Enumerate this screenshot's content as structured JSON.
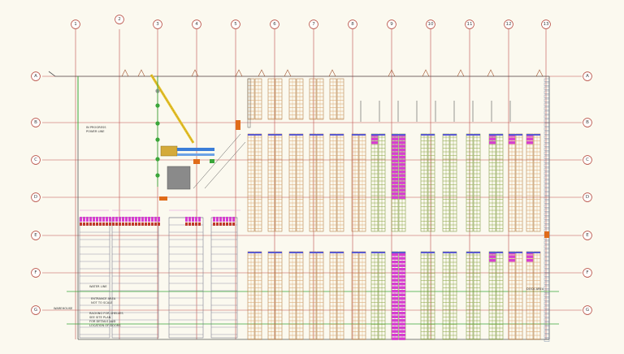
{
  "grid": {
    "columns": [
      "1",
      "2",
      "3",
      "4",
      "5",
      "6",
      "7",
      "8",
      "9",
      "10",
      "11",
      "12",
      "13"
    ],
    "rows": [
      "A",
      "B",
      "C",
      "D",
      "E",
      "F",
      "G"
    ]
  },
  "notes": {
    "upper_left": [
      "IN PROGRESS",
      "POWER LINE"
    ],
    "lower_left_1": "WATER LINE",
    "lower_left_2": "WAREHOUSE",
    "lower_left_3": [
      "ENTRANCE AREA",
      "NOT TO SCALE"
    ],
    "lower_left_4": [
      "RACKING FOR SHELVES",
      "SEE SITE PLAN",
      "FOR DETAILS AND",
      "LOCATION OF DOORS"
    ],
    "right_side": "DOCK AREA"
  },
  "colors": {
    "grid_line": "#c0504d",
    "bubble_stroke": "#b03a30",
    "racking": "#d9a066",
    "racking_dark": "#a86a2a",
    "highlight": "#d63fd0",
    "green": "#3aa63a",
    "crane": "#e6c229",
    "blue": "#3b7dd8",
    "orange": "#e06c1a",
    "background": "#fbf9ef"
  }
}
